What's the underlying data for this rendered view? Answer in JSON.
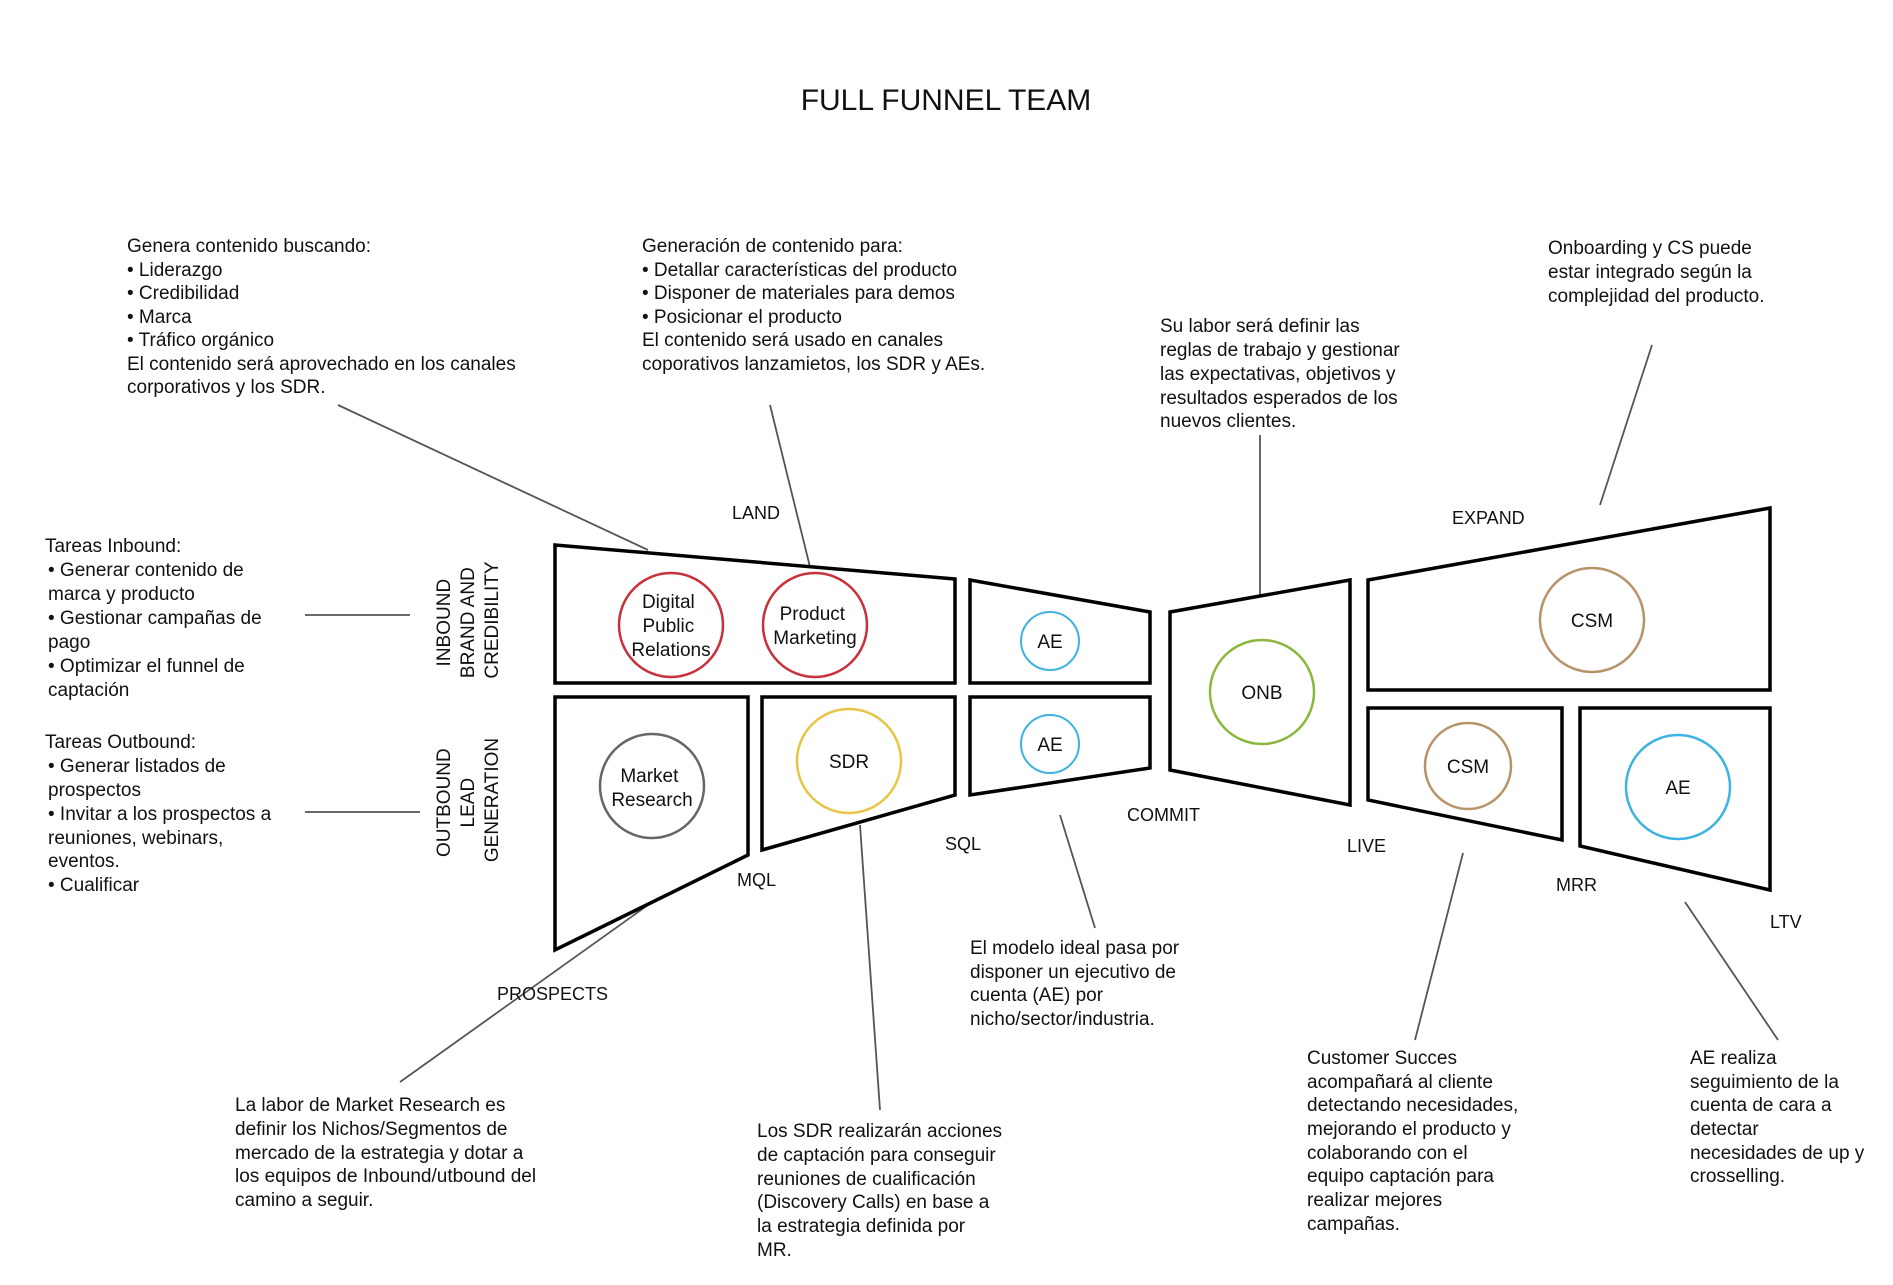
{
  "title": "FULL FUNNEL TEAM",
  "stages": {
    "land": "LAND",
    "expand": "EXPAND",
    "prospects": "PROSPECTS",
    "mql": "MQL",
    "sql": "SQL",
    "commit": "COMMIT",
    "live": "LIVE",
    "mrr": "MRR",
    "ltv": "LTV"
  },
  "lanes": {
    "inbound": [
      "INBOUND",
      "BRAND AND",
      "CREDIBILITY"
    ],
    "outbound": [
      "OUTBOUND",
      "LEAD",
      "GENERATION"
    ]
  },
  "colors": {
    "red": "#c8323c",
    "blue": "#3fb3e0",
    "gray": "#666666",
    "yellow": "#e8c547",
    "green": "#8ab83f",
    "brown": "#b8936a"
  },
  "roles": {
    "digital_pr": [
      "Digital",
      "Public",
      "Relations"
    ],
    "product_marketing": [
      "Product",
      "Marketing"
    ],
    "ae_inbound": "AE",
    "market_research": [
      "Market",
      "Research"
    ],
    "sdr": "SDR",
    "ae_outbound": "AE",
    "onb": "ONB",
    "csm_expand": "CSM",
    "csm_live": "CSM",
    "ae_ltv": "AE"
  },
  "notes": {
    "genera": [
      "Genera contenido buscando:",
      " • Liderazgo",
      " • Credibilidad",
      " • Marca",
      " • Tráfico orgánico",
      "El contenido será aprovechado en los canales",
      "corporativos y los SDR."
    ],
    "generacion": [
      "Generación de contenido para:",
      " • Detallar características del producto",
      " • Disponer de materiales para demos",
      " • Posicionar el producto",
      "El contenido será usado en canales",
      "coporativos lanzamietos, los SDR y AEs."
    ],
    "onboarding": [
      "Onboarding y CS puede",
      "estar integrado según la",
      "complejidad del producto."
    ],
    "su_labor": [
      "Su labor será definir las",
      "reglas de trabajo y gestionar",
      "las expectativas, objetivos y",
      "resultados esperados de los",
      "nuevos clientes."
    ],
    "tareas_inbound": [
      "Tareas Inbound:",
      "• Generar contenido de",
      "   marca y producto",
      "• Gestionar campañas de",
      "   pago",
      "• Optimizar el funnel de",
      "   captación"
    ],
    "tareas_outbound": [
      "Tareas Outbound:",
      "• Generar listados de",
      "   prospectos",
      "• Invitar a los prospectos a",
      "   reuniones, webinars,",
      "   eventos.",
      "• Cualificar"
    ],
    "modelo": [
      "El modelo ideal pasa por",
      "disponer un ejecutivo de",
      "cuenta (AE) por",
      "nicho/sector/industria."
    ],
    "market_research": [
      "La labor de Market Research es",
      "definir los Nichos/Segmentos de",
      "mercado de la estrategia y dotar a",
      "los equipos de Inbound/utbound del",
      "camino a seguir."
    ],
    "sdr": [
      "Los SDR realizarán acciones",
      "de captación para conseguir",
      "reuniones de cualificación",
      "(Discovery Calls) en base a",
      "la estrategia definida por",
      "MR."
    ],
    "customer_succes": [
      "Customer Succes",
      "acompañará al cliente",
      "detectando necesidades,",
      "mejorando el producto y",
      "colaborando con el",
      "equipo captación para",
      "realizar mejores",
      "campañas."
    ],
    "ae_realiza": [
      "AE realiza",
      "seguimiento de la",
      "cuenta de cara a",
      "detectar",
      "necesidades de up y",
      "crosselling."
    ]
  }
}
